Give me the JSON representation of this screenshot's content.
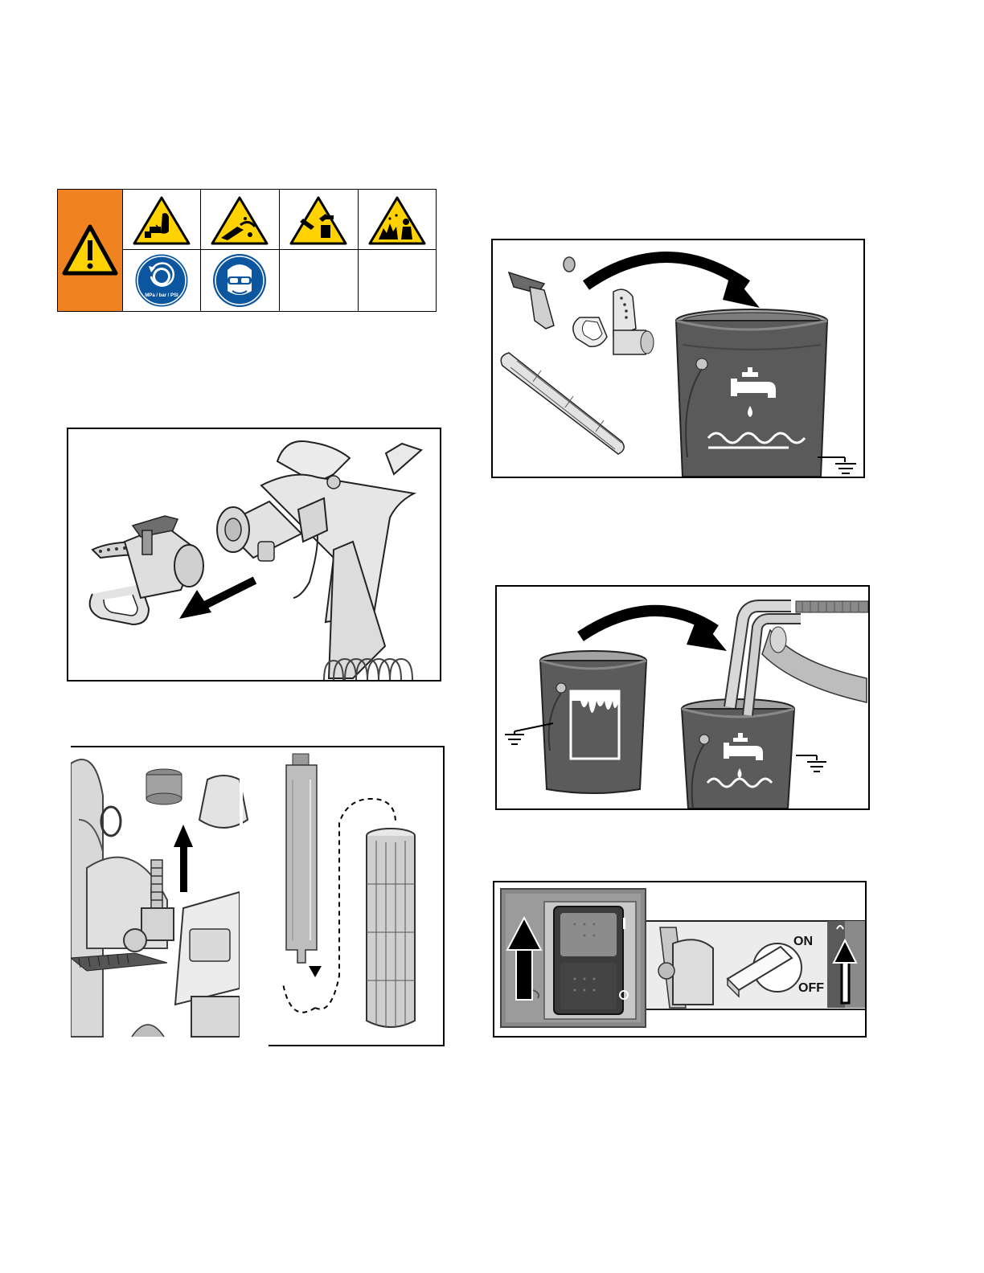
{
  "warnings": {
    "general_symbol": "warning-general-icon",
    "hazards": [
      "skin-injection-hazard-icon",
      "hose-splash-hazard-icon",
      "moving-parts-hazard-icon",
      "fire-explosion-hazard-icon"
    ],
    "mandatory": [
      "pressure-relief-icon",
      "eye-protection-icon"
    ],
    "pressure_units": "MPa / bar / PSI",
    "colors": {
      "warning_orange": "#f0831f",
      "warning_yellow": "#ffd200",
      "mandatory_blue": "#0c56a0"
    }
  },
  "figures": {
    "switch": {
      "on_label": "ON",
      "off_label": "OFF",
      "rocker_top": "I",
      "rocker_bottom": "O"
    }
  }
}
